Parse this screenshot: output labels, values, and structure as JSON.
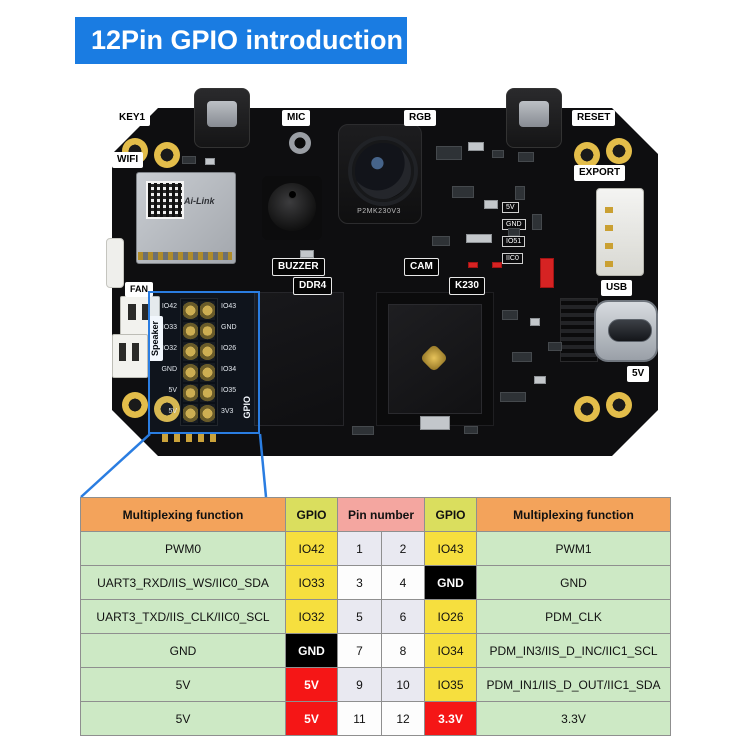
{
  "title": "12Pin GPIO introduction",
  "colors": {
    "banner": "#1a7ce2",
    "highlight": "#2a7de1",
    "header_func": "#f3a35b",
    "header_gpio": "#dade5e",
    "header_pin": "#f4a6a0",
    "cell_func": "#cde9c5",
    "cell_pin_odd": "#e9e9f1",
    "cell_pin_even": "#fdfdfd",
    "gpio_io": "#f6df3e",
    "gnd": "#000000",
    "power": "#f51616"
  },
  "board": {
    "labels": {
      "key1": "KEY1",
      "mic": "MIC",
      "rgb": "RGB",
      "reset": "RESET",
      "wifi": "WIFI",
      "export": "EXPORT",
      "buzzer": "BUZZER",
      "cam": "CAM",
      "ddr4": "DDR4",
      "k230": "K230",
      "fan": "FAN",
      "speaker": "Speaker",
      "usb": "USB",
      "v5": "5V"
    },
    "camera_marking": "P2MK230V3",
    "wifi_marking": "Ai-Link",
    "export_pins": [
      "5V",
      "GND",
      "IO51",
      "IIC0"
    ],
    "gpio_header": {
      "left": [
        "IO42",
        "IO33",
        "IO32",
        "GND",
        "5V",
        "5V"
      ],
      "right": [
        "IO43",
        "GND",
        "IO26",
        "IO34",
        "IO35",
        "3V3"
      ],
      "vertical_label": "GPIO"
    }
  },
  "table": {
    "headers": {
      "func_left": "Multiplexing function",
      "gpio_left": "GPIO",
      "pin": "Pin number",
      "gpio_right": "GPIO",
      "func_right": "Multiplexing function"
    },
    "rows": [
      {
        "func_l": "PWM0",
        "gpio_l": "IO42",
        "pin_l": "1",
        "pin_r": "2",
        "gpio_r": "IO43",
        "func_r": "PWM1"
      },
      {
        "func_l": "UART3_RXD/IIS_WS/IIC0_SDA",
        "gpio_l": "IO33",
        "pin_l": "3",
        "pin_r": "4",
        "gpio_r": "GND",
        "func_r": "GND"
      },
      {
        "func_l": "UART3_TXD/IIS_CLK/IIC0_SCL",
        "gpio_l": "IO32",
        "pin_l": "5",
        "pin_r": "6",
        "gpio_r": "IO26",
        "func_r": "PDM_CLK"
      },
      {
        "func_l": "GND",
        "gpio_l": "GND",
        "pin_l": "7",
        "pin_r": "8",
        "gpio_r": "IO34",
        "func_r": "PDM_IN3/IIS_D_INC/IIC1_SCL"
      },
      {
        "func_l": "5V",
        "gpio_l": "5V",
        "pin_l": "9",
        "pin_r": "10",
        "gpio_r": "IO35",
        "func_r": "PDM_IN1/IIS_D_OUT/IIC1_SDA"
      },
      {
        "func_l": "5V",
        "gpio_l": "5V",
        "pin_l": "11",
        "pin_r": "12",
        "gpio_r": "3.3V",
        "func_r": "3.3V"
      }
    ]
  }
}
